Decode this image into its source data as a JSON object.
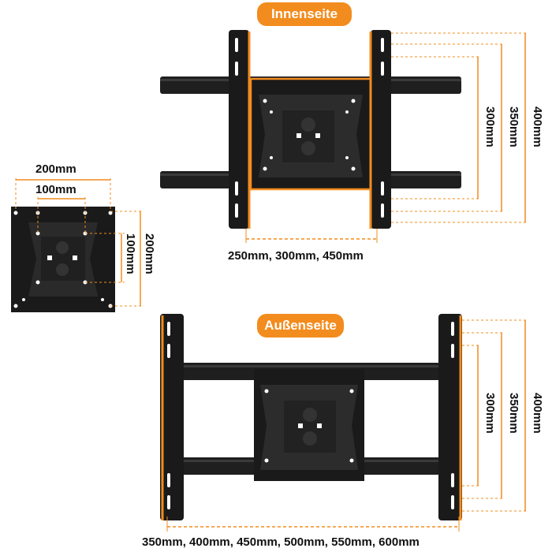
{
  "inner": {
    "badge": "Innenseite",
    "width_label": "250mm, 300mm, 450mm",
    "h300": "300mm",
    "h350": "350mm",
    "h400": "400mm"
  },
  "outer": {
    "badge": "Außenseite",
    "width_label": "350mm, 400mm, 450mm, 500mm, 550mm, 600mm",
    "h300": "300mm",
    "h350": "350mm",
    "h400": "400mm"
  },
  "plate": {
    "w200": "200mm",
    "w100": "100mm",
    "h100": "100mm",
    "h200": "200mm"
  },
  "colors": {
    "accent": "#f28c1e",
    "bracket": "#1a1a1a",
    "text": "#111111"
  }
}
